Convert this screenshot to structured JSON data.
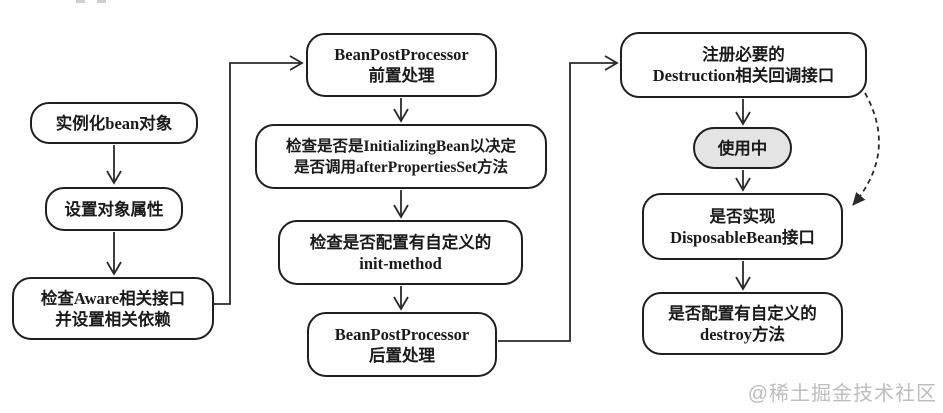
{
  "nodes": {
    "instantiate_bean": {
      "label": "实例化bean对象"
    },
    "set_properties": {
      "label": "设置对象属性"
    },
    "check_aware": {
      "label": "检查Aware相关接口\n并设置相关依赖"
    },
    "bpp_before": {
      "label": "BeanPostProcessor\n前置处理"
    },
    "check_initializing_bean": {
      "label": "检查是否是InitializingBean以决定\n是否调用afterPropertiesSet方法"
    },
    "check_init_method": {
      "label": "检查是否配置有自定义的\ninit-method"
    },
    "bpp_after": {
      "label": "BeanPostProcessor\n后置处理"
    },
    "register_destruction": {
      "label": "注册必要的\nDestruction相关回调接口"
    },
    "in_use": {
      "label": "使用中"
    },
    "check_disposable_bean": {
      "label": "是否实现\nDisposableBean接口"
    },
    "check_destroy_method": {
      "label": "是否配置有自定义的\ndestroy方法"
    }
  },
  "watermark": "@稀土掘金技术社区",
  "colors": {
    "line": "#2a2a2a",
    "box_border": "#1f1f1f",
    "box_fill": "#ffffff",
    "in_use_fill": "#e4e4e4",
    "watermark": "#bdbdbd",
    "background": "#ffffff"
  }
}
